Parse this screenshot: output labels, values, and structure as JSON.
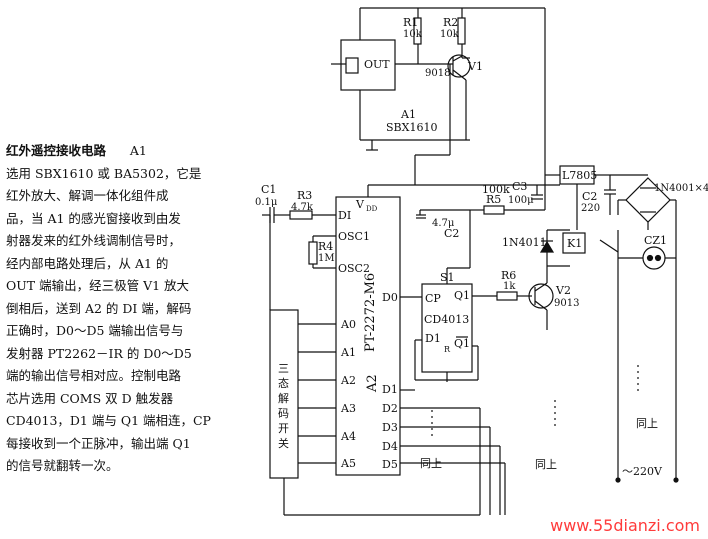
{
  "paragraph": {
    "heading": "红外遥控接收电路",
    "lines": [
      "A1",
      "选用 SBX1610 或 BA5302，它是",
      "红外放大、解调一体化组件成",
      "品，当 A1 的感光窗接收到由发",
      "射器发来的红外线调制信号时，",
      "经内部电路处理后，从 A1 的",
      "OUT 端输出，经三极管 V1 放大",
      "倒相后，送到 A2 的 DI 端，解码",
      "正确时，D0～D5 端输出信号与",
      "发射器 PT2262－IR 的 D0～D5",
      "端的输出信号相对应。控制电路",
      "芯片选用 COMS 双 D 触发器",
      "CD4013，D1 端与 Q1 端相连，CP",
      "每接收到一个正脉冲，输出端 Q1",
      "的信号就翻转一次。"
    ]
  },
  "labels": {
    "r1": "R1",
    "r1v": "10k",
    "r2": "R2",
    "r2v": "10k",
    "v1": "V1",
    "t9018": "9018",
    "out": "OUT",
    "a1": "A1",
    "sbx": "SBX1610",
    "c1": "C1",
    "c1v": "0.1μ",
    "r3": "R3",
    "r3v": "4.7k",
    "di": "DI",
    "vdd": "V",
    "vdds": "DD",
    "osc1": "OSC1",
    "osc2": "OSC2",
    "r4": "R4",
    "r4v": "1M",
    "a0": "A0",
    "a1p": "A1",
    "a2p": "A2",
    "a3": "A3",
    "a4": "A4",
    "a5": "A5",
    "d0": "D0",
    "d1": "D1",
    "d2": "D2",
    "d3": "D3",
    "d4": "D4",
    "d5": "D5",
    "chip": "PT-2272-M6",
    "chipA2": "A2",
    "switch": "三态解码开关",
    "c2": "C2",
    "c2v": "4.7μ",
    "r5": "R5",
    "r5v": "100k",
    "c3": "C3",
    "c3v": "100μ",
    "s1": "S1",
    "cp": "CP",
    "q1": "Q1",
    "cd4013": "CD4013",
    "ff_d1": "D1",
    "qbar": "Q1",
    "r": "R",
    "r6": "R6",
    "r6v": "1k",
    "v2": "V2",
    "t9013": "9013",
    "in4011": "1N4011",
    "k1": "K1",
    "l7805": "L7805",
    "c2b": "C2",
    "c2bv": "220",
    "bridge": "1N4001×4",
    "cz1": "CZ1",
    "same1": "同上",
    "same2": "同上",
    "same3": "同上",
    "ac": "～220V"
  },
  "watermark": "www.55dianzi.com"
}
